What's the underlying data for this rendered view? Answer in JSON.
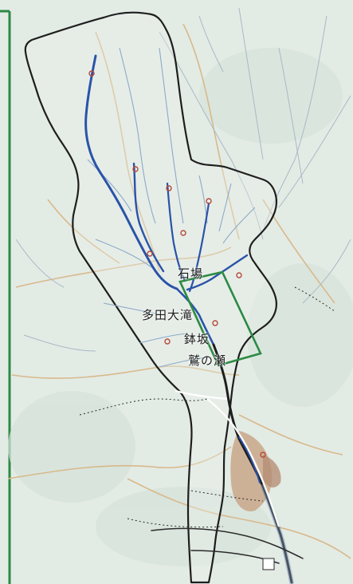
{
  "map": {
    "labels": {
      "ishiba": "石場",
      "tadaodaki": "多田大滝",
      "sawadai": "鉢坂",
      "sagi_no_se": "鷲の瀬"
    },
    "colors": {
      "background": "#e3ebe5",
      "watershed_boundary": "#1e1e1e",
      "main_river": "#2a53a8",
      "tributaries": "#8da9c8",
      "roads": "#d8b98a",
      "focus_box": "#2c8a43",
      "frame": "#2c8a43",
      "urban_area": "#c9a78a"
    }
  }
}
